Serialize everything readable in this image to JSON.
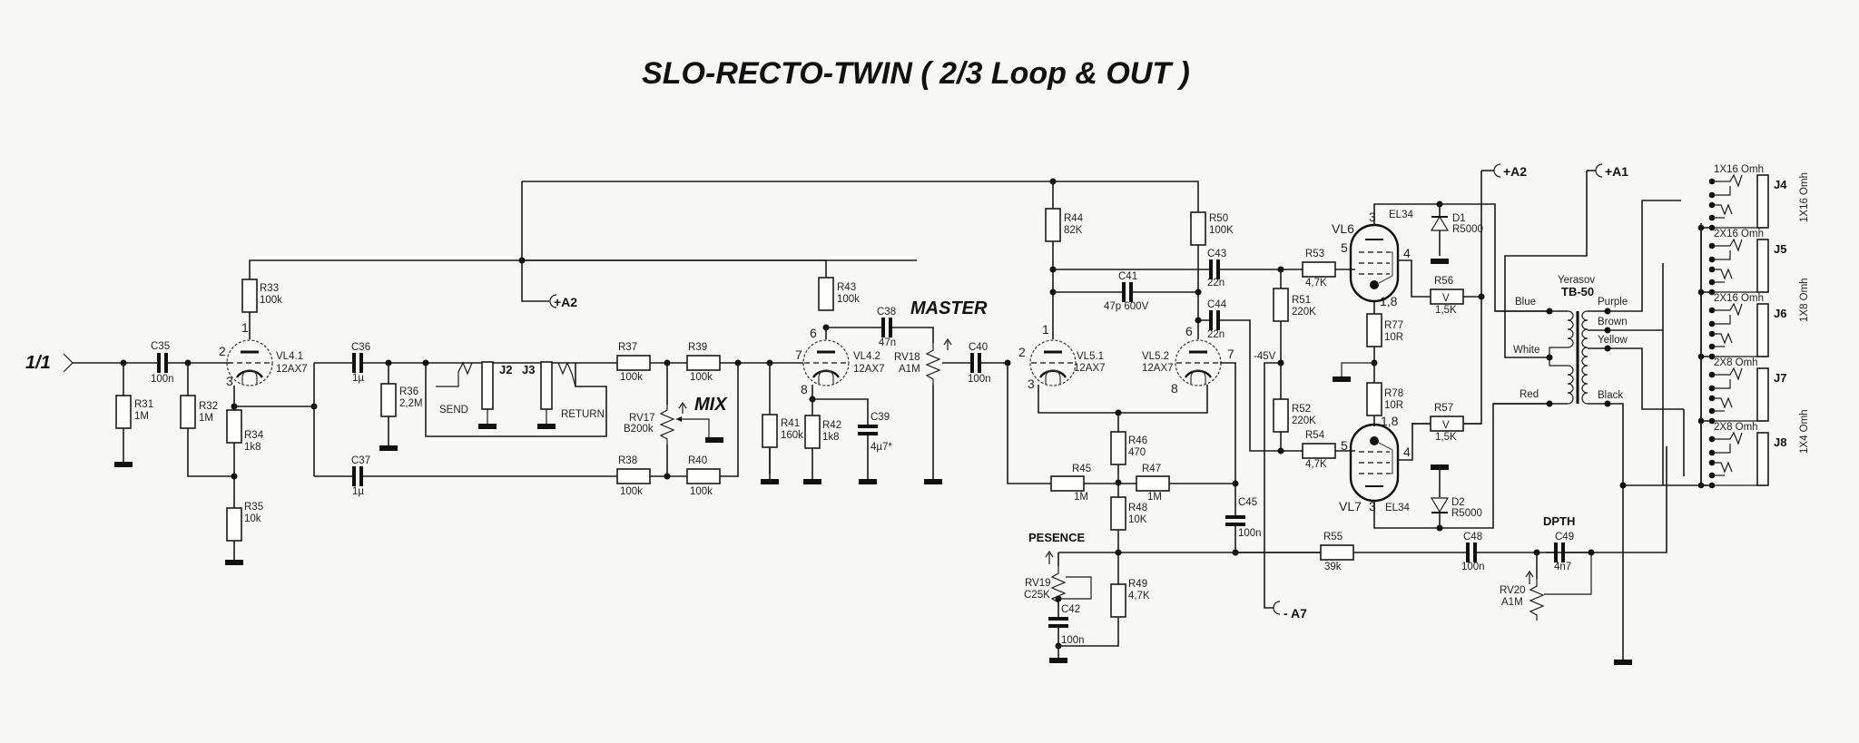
{
  "title": "SLO-RECTO-TWIN ( 2/3 Loop & OUT )",
  "input_label": "1/1",
  "rails": {
    "a2_top_left": "+A2",
    "a2_top_right": "+A2",
    "a1": "+A1",
    "a7": "- A7",
    "bias": "-45V"
  },
  "controls": {
    "mix": "MIX",
    "master": "MASTER",
    "presence": "PESENCE",
    "depth": "DPTH"
  },
  "loop": {
    "send": "SEND",
    "return": "RETURN",
    "j2": "J2",
    "j3": "J3"
  },
  "tubes": {
    "vl41": {
      "name": "VL4.1",
      "type": "12AX7",
      "pins": [
        "1",
        "2",
        "3"
      ]
    },
    "vl42": {
      "name": "VL4.2",
      "type": "12AX7",
      "pins": [
        "6",
        "7",
        "8"
      ]
    },
    "vl51": {
      "name": "VL5.1",
      "type": "12AX7",
      "pins": [
        "1",
        "2",
        "3"
      ]
    },
    "vl52": {
      "name": "VL5.2",
      "type": "12AX7",
      "pins": [
        "6",
        "7",
        "8"
      ]
    },
    "vl6": {
      "name": "VL6",
      "type": "EL34",
      "pins": [
        "3",
        "5",
        "4",
        "1,8"
      ]
    },
    "vl7": {
      "name": "VL7",
      "type": "EL34",
      "pins": [
        "3",
        "5",
        "4",
        "1,8"
      ]
    }
  },
  "resistors": {
    "R31": "1M",
    "R32": "1M",
    "R33": "100k",
    "R34": "1k8",
    "R35": "10k",
    "R36": "2,2M",
    "R37": "100k",
    "R38": "100k",
    "R39": "100k",
    "R40": "100k",
    "R41": "160k",
    "R42": "1k8",
    "R43": "100k",
    "R44": "82K",
    "R45": "1M",
    "R46": "470",
    "R47": "1M",
    "R48": "10K",
    "R49": "4,7K",
    "R50": "100K",
    "R51": "220K",
    "R52": "220K",
    "R53": "4,7K",
    "R54": "4,7K",
    "R55": "39k",
    "R56": "1,5K",
    "R57": "1,5K",
    "R77": "10R",
    "R78": "10R"
  },
  "capacitors": {
    "C35": "100n",
    "C36": "1µ",
    "C37": "1µ",
    "C38": "47n",
    "C39": "4µ7*",
    "C40": "100n",
    "C41": "47p 600V",
    "C42": "100n",
    "C43": "22n",
    "C44": "22n",
    "C45": "100n",
    "C48": "100n",
    "C49": "4n7"
  },
  "pots": {
    "RV17": "B200k",
    "RV18": "A1M",
    "RV19": "C25K",
    "RV20": "A1M"
  },
  "resistor_marks": {
    "R56": "V",
    "R57": "V"
  },
  "diodes": {
    "D1": "R5000",
    "D2": "R5000"
  },
  "transformer": {
    "maker": "Yerasov",
    "model": "TB-50",
    "primary": [
      "Blue",
      "White",
      "Red"
    ],
    "secondary": [
      "Purple",
      "Brown",
      "Yellow",
      "Black"
    ]
  },
  "outputs": [
    {
      "jack": "J4",
      "label": "1X16 Omh"
    },
    {
      "jack": "J5",
      "label": "2X16 Omh"
    },
    {
      "jack": "J6",
      "label": "2X16 Omh"
    },
    {
      "jack": "J7",
      "label": "2X8 Omh"
    },
    {
      "jack": "J8",
      "label": "2X8 Omh"
    }
  ],
  "output_groups": [
    "1X16 Omh",
    "1X8 Omh",
    "1X4 Omh"
  ]
}
